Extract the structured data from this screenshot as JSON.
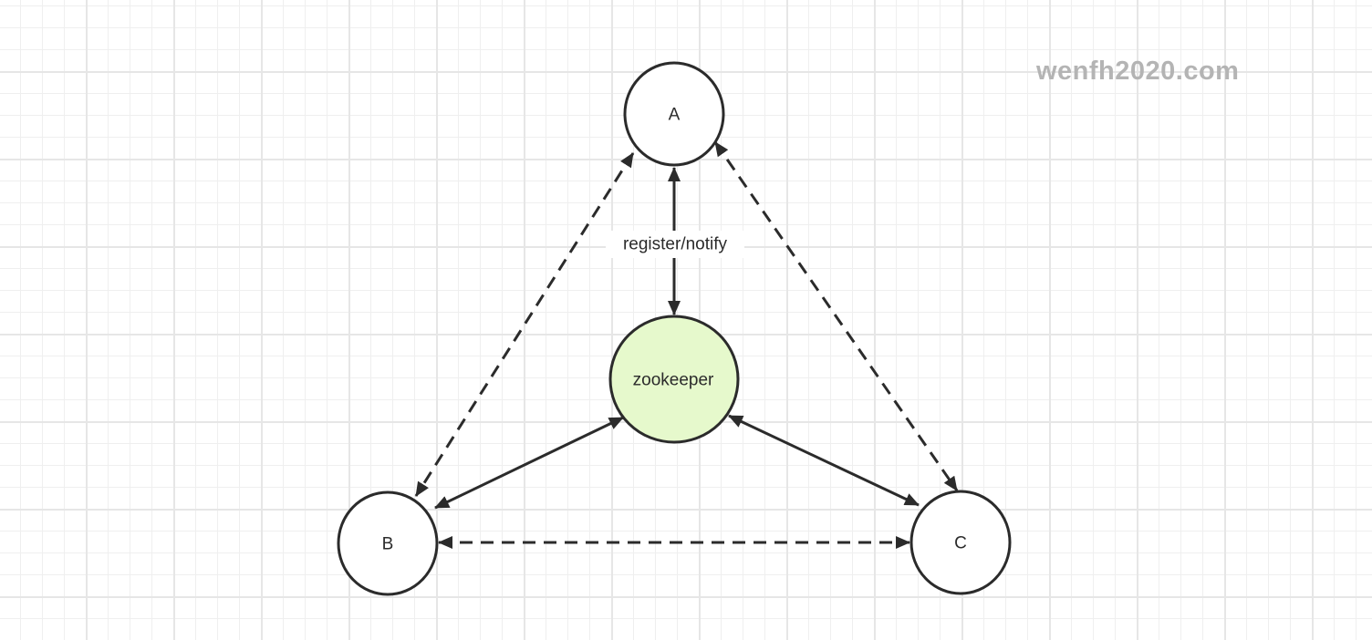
{
  "watermark": "wenfh2020.com",
  "colors": {
    "stroke": "#2b2b2b",
    "node_fill": "#ffffff",
    "zookeeper_fill": "#e6f9cc",
    "watermark": "#b4b4b4"
  },
  "nodes": [
    {
      "id": "A",
      "label": "A",
      "type": "service"
    },
    {
      "id": "B",
      "label": "B",
      "type": "service"
    },
    {
      "id": "C",
      "label": "C",
      "type": "service"
    },
    {
      "id": "ZK",
      "label": "zookeeper",
      "type": "registry"
    }
  ],
  "edges": [
    {
      "id": "A-ZK",
      "from": "A",
      "to": "ZK",
      "style": "solid",
      "direction": "both",
      "label": "register/notify"
    },
    {
      "id": "B-ZK",
      "from": "B",
      "to": "ZK",
      "style": "solid",
      "direction": "both",
      "label": ""
    },
    {
      "id": "C-ZK",
      "from": "C",
      "to": "ZK",
      "style": "solid",
      "direction": "both",
      "label": ""
    },
    {
      "id": "A-B",
      "from": "A",
      "to": "B",
      "style": "dashed",
      "direction": "both",
      "label": ""
    },
    {
      "id": "A-C",
      "from": "A",
      "to": "C",
      "style": "dashed",
      "direction": "both",
      "label": ""
    },
    {
      "id": "B-C",
      "from": "B",
      "to": "C",
      "style": "dashed",
      "direction": "both",
      "label": ""
    }
  ]
}
